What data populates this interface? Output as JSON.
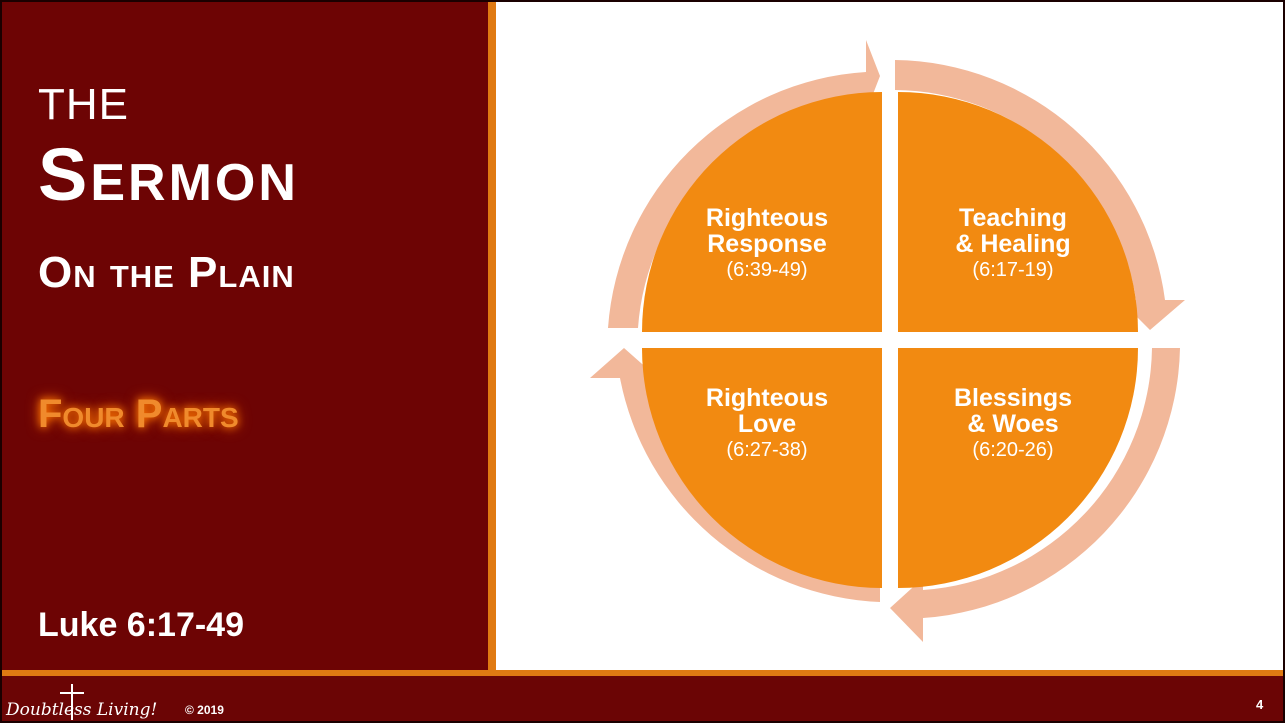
{
  "slide": {
    "title_line1": "THE",
    "title_line2": "Sermon",
    "title_line3": "On the Plain",
    "subtitle": "Four Parts",
    "reference": "Luke 6:17-49"
  },
  "diagram": {
    "quadrants": [
      {
        "position": "top-left",
        "line1": "Righteous",
        "line2": "Response",
        "ref": "(6:39-49)"
      },
      {
        "position": "top-right",
        "line1": "Teaching",
        "line2": "& Healing",
        "ref": "(6:17-19)"
      },
      {
        "position": "bottom-left",
        "line1": "Righteous",
        "line2": "Love",
        "ref": "(6:27-38)"
      },
      {
        "position": "bottom-right",
        "line1": "Blessings",
        "line2": "& Woes",
        "ref": "(6:20-26)"
      }
    ],
    "colors": {
      "fill": "#f28a11",
      "arrow": "#f2b89a"
    }
  },
  "footer": {
    "logo_text": "Doubtless Living!",
    "copyright": "© 2019",
    "page_number": "4"
  },
  "colors": {
    "background": "#6d0404",
    "accent": "#e07a12"
  }
}
